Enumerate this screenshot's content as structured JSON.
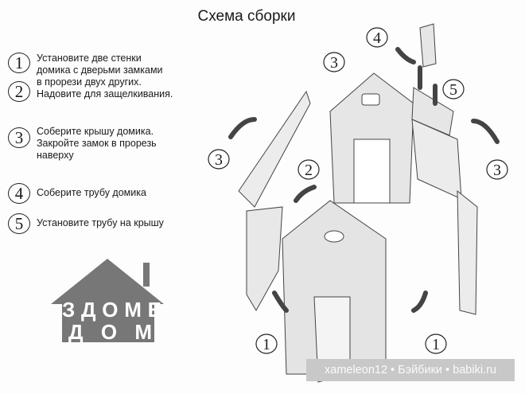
{
  "title": "Схема сборки",
  "steps": [
    {
      "number": "1",
      "text": "Установите две стенки\nдомика с дверьми замками"
    },
    {
      "number": "2",
      "text": "в прорези двух других.\nНадовите для защелкивания."
    },
    {
      "number": "3",
      "text": "Соберите крышу домика.\nЗакройте замок в прорезь\nнаверху"
    },
    {
      "number": "4",
      "text": "Соберите трубу домика"
    },
    {
      "number": "5",
      "text": "Установите трубу на крышу"
    }
  ],
  "diagram_labels": [
    "4",
    "3",
    "5",
    "3",
    "2",
    "3",
    "1",
    "1"
  ],
  "logo": {
    "line1": "ЗДОМЕ",
    "line2": "ДОМ",
    "color": "#777777"
  },
  "watermark": "xameleon12 • Бэйбики • babiki.ru"
}
